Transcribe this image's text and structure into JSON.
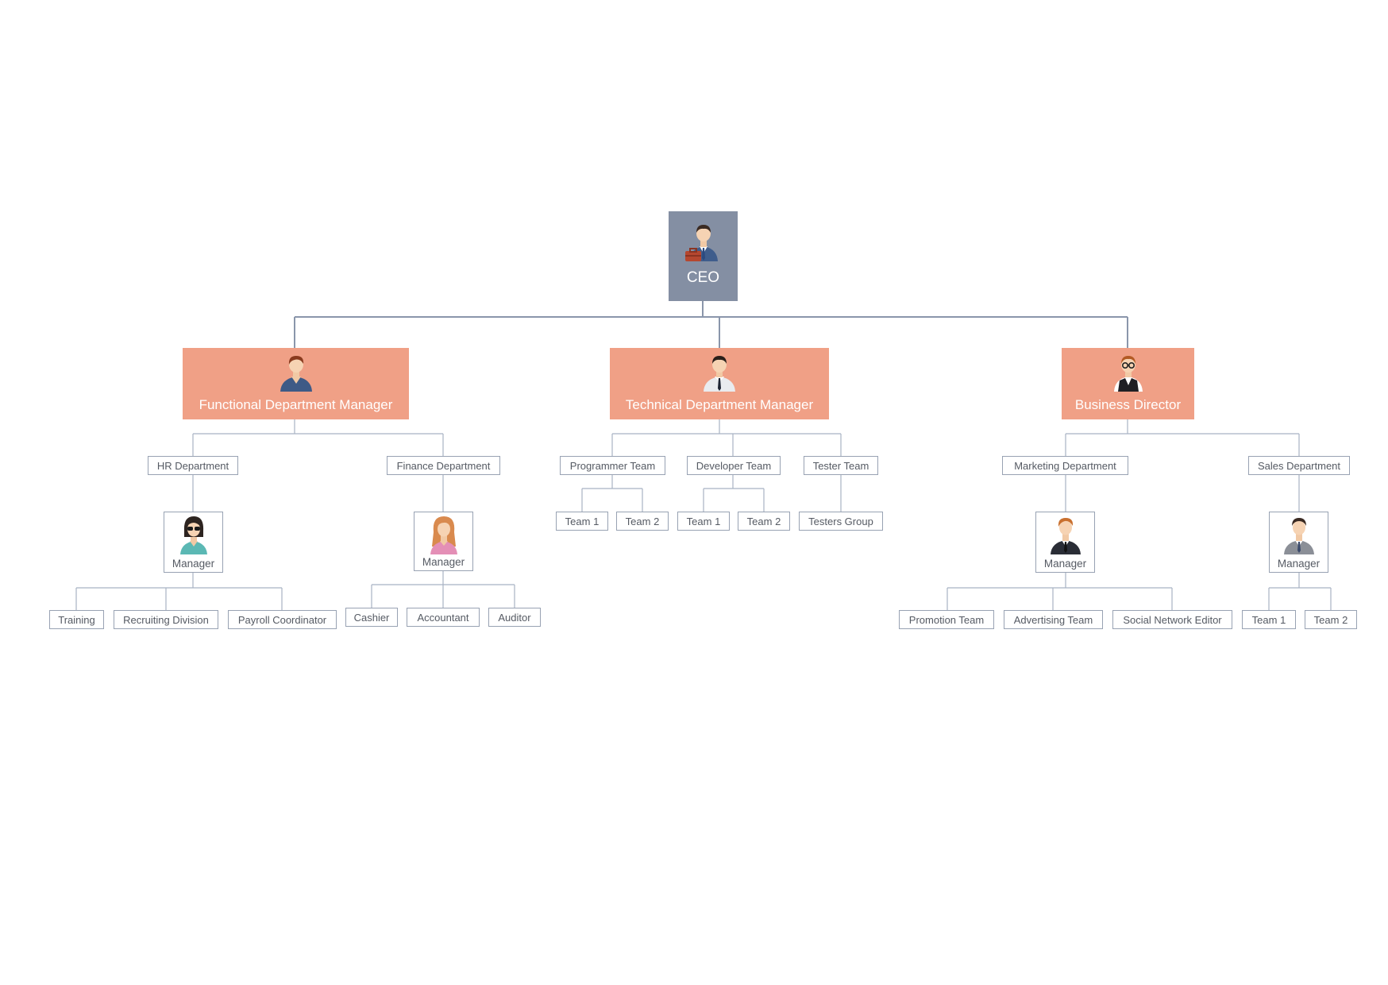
{
  "ceo": {
    "label": "CEO",
    "icon": "businessman-avatar-icon",
    "color": "#848fa3"
  },
  "line_color": "#8a96ab",
  "managers": [
    {
      "label": "Functional Department Manager",
      "icon": "male-manager-avatar-icon",
      "color": "#f0a086",
      "departments": [
        {
          "label": "HR Department",
          "manager": {
            "label": "Manager",
            "icon": "female-sunglasses-avatar-icon"
          },
          "teams": [
            "Training",
            "Recruiting Division",
            "Payroll Coordinator"
          ]
        },
        {
          "label": "Finance Department",
          "manager": {
            "label": "Manager",
            "icon": "female-avatar-icon"
          },
          "teams": [
            "Cashier",
            "Accountant",
            "Auditor"
          ]
        }
      ]
    },
    {
      "label": "Technical Department Manager",
      "icon": "male-tie-avatar-icon",
      "color": "#f0a086",
      "departments": [
        {
          "label": "Programmer Team",
          "teams": [
            "Team 1",
            "Team 2"
          ]
        },
        {
          "label": "Developer Team",
          "teams": [
            "Team 1",
            "Team 2"
          ]
        },
        {
          "label": "Tester Team",
          "teams": [
            "Testers Group"
          ]
        }
      ]
    },
    {
      "label": "Business Director",
      "icon": "male-glasses-vest-avatar-icon",
      "color": "#f0a086",
      "departments": [
        {
          "label": "Marketing Department",
          "manager": {
            "label": "Manager",
            "icon": "male-suit-avatar-icon"
          },
          "teams": [
            "Promotion Team",
            "Advertising Team",
            "Social Network Editor"
          ]
        },
        {
          "label": "Sales Department",
          "manager": {
            "label": "Manager",
            "icon": "male-gray-suit-avatar-icon"
          },
          "teams": [
            "Team 1",
            "Team 2"
          ]
        }
      ]
    }
  ]
}
